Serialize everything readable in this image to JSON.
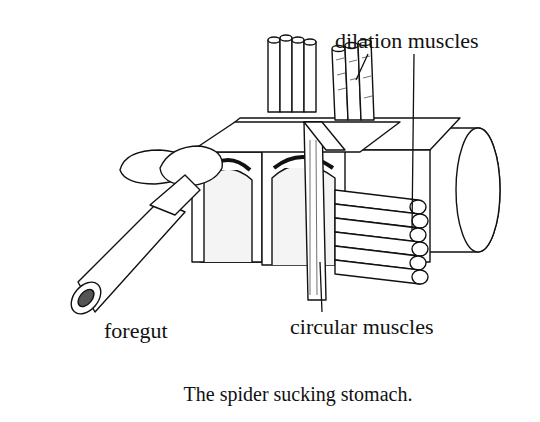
{
  "diagram": {
    "caption": "The spider sucking stomach.",
    "labels": [
      "dilation muscles",
      "foregut",
      "circular muscles"
    ]
  }
}
